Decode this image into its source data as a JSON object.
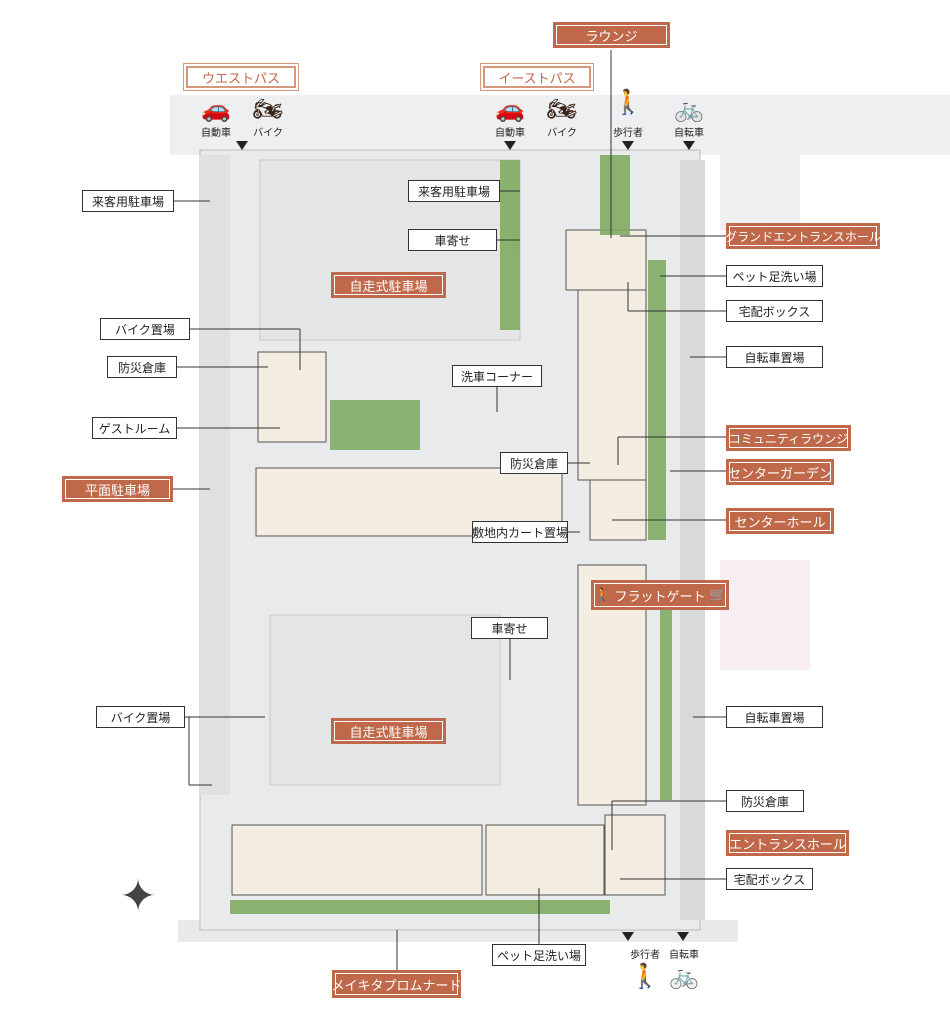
{
  "labels": {
    "lounge": "ラウンジ",
    "west_path": "ウエストパス",
    "east_path": "イーストパス",
    "guest_parking_left": "来客用駐車場",
    "guest_parking_center": "来客用駐車場",
    "dropoff_top": "車寄せ",
    "dropoff_bottom": "車寄せ",
    "self_parking_top": "自走式駐車場",
    "self_parking_bottom": "自走式駐車場",
    "bike_parking_top": "バイク置場",
    "bike_parking_bottom": "バイク置場",
    "disaster_store_left": "防災倉庫",
    "disaster_store_center": "防災倉庫",
    "disaster_store_right": "防災倉庫",
    "guest_room": "ゲストルーム",
    "flat_parking": "平面駐車場",
    "car_wash": "洗車コーナー",
    "cart_area": "敷地内カート置場",
    "grand_entrance": "グランドエントランスホール",
    "pet_wash_right": "ペット足洗い場",
    "pet_wash_bottom": "ペット足洗い場",
    "delivery_box_top": "宅配ボックス",
    "delivery_box_bottom": "宅配ボックス",
    "bicycle_parking_top": "自転車置場",
    "bicycle_parking_bottom": "自転車置場",
    "community_lounge": "コミュニティラウンジ",
    "center_garden": "センターガーデン",
    "center_hall": "センターホール",
    "flat_gate": "フラットゲート",
    "entrance_hall": "エントランスホール",
    "promenade": "メイキタプロムナード"
  },
  "access": {
    "car": "自動車",
    "motorbike": "バイク",
    "pedestrian": "歩行者",
    "bicycle": "自転車"
  },
  "colors": {
    "accent": "#c0694a",
    "building": "#f3ede2",
    "green": "#7aa85a",
    "road": "#e6e8ea"
  }
}
